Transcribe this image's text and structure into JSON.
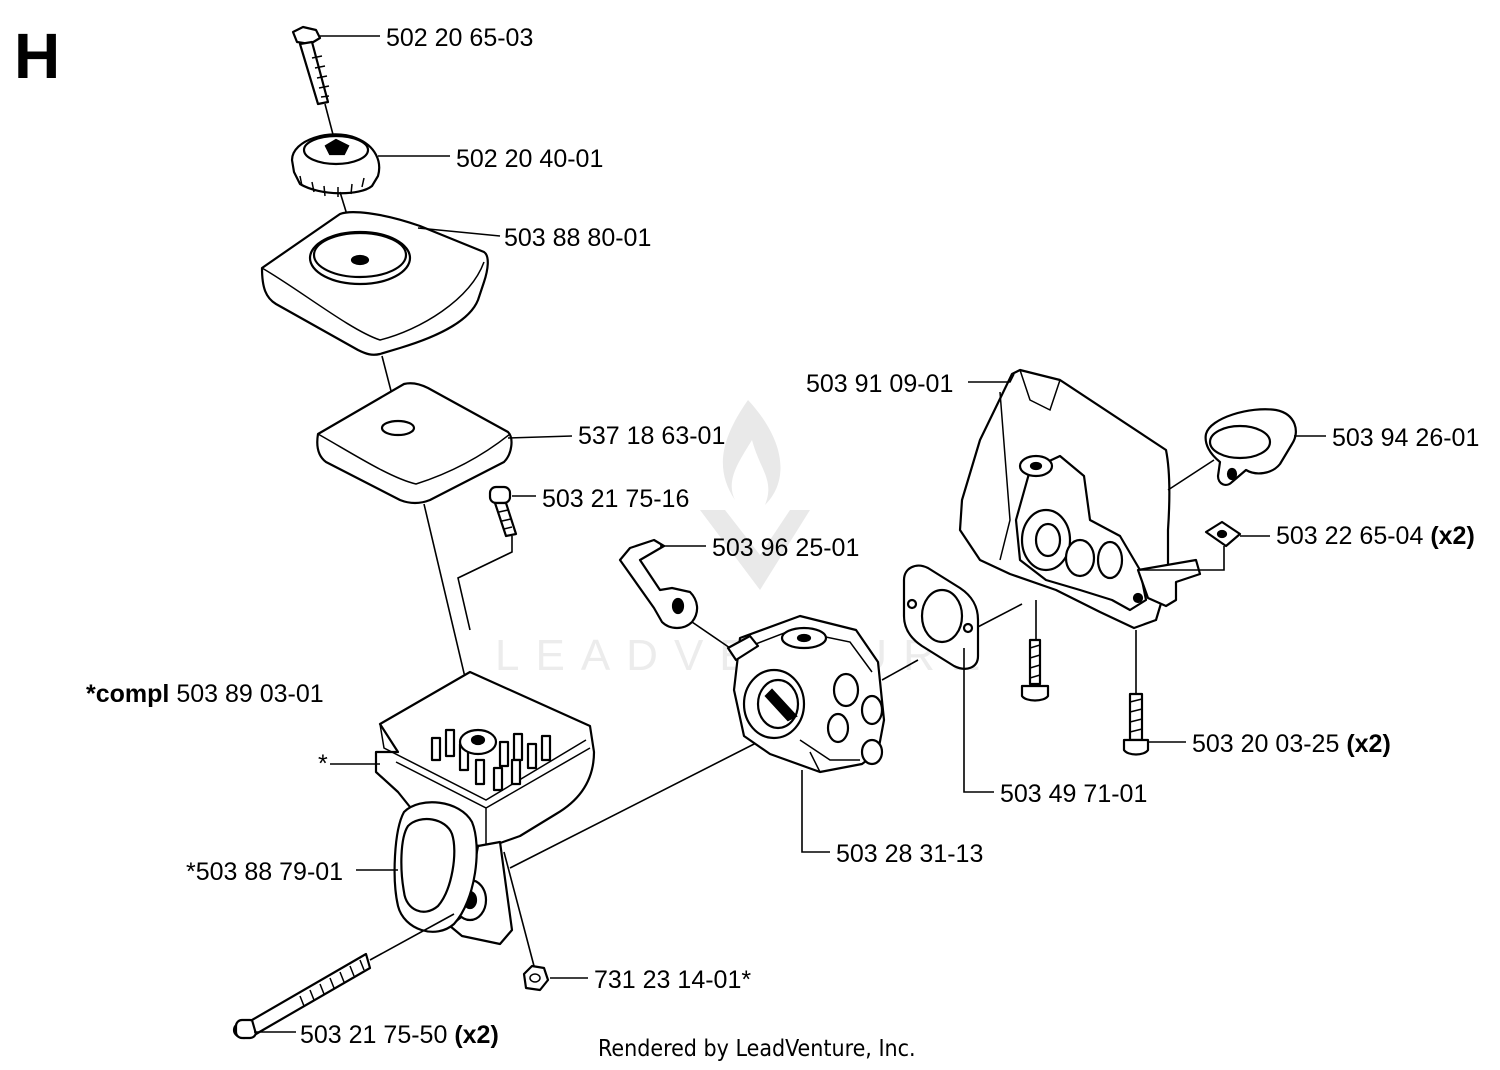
{
  "section_letter": "H",
  "watermark_text": "LEADVENTURE",
  "footer": "Rendered by LeadVenture, Inc.",
  "assembly": {
    "prefix": "*compl",
    "number": "503 89 03-01",
    "asterisk_marker": "*"
  },
  "parts": [
    {
      "id": "p1",
      "number": "502 20 65-03",
      "qty": ""
    },
    {
      "id": "p2",
      "number": "502 20 40-01",
      "qty": ""
    },
    {
      "id": "p3",
      "number": "503 88 80-01",
      "qty": ""
    },
    {
      "id": "p4",
      "number": "537 18 63-01",
      "qty": ""
    },
    {
      "id": "p5",
      "number": "503 21 75-16",
      "qty": ""
    },
    {
      "id": "p6",
      "number": "503 96 25-01",
      "qty": ""
    },
    {
      "id": "p7",
      "number": "503 91 09-01",
      "qty": ""
    },
    {
      "id": "p8",
      "number": "503 94 26-01",
      "qty": ""
    },
    {
      "id": "p9",
      "number": "503 22 65-04",
      "qty": "(x2)"
    },
    {
      "id": "p10",
      "number": "503 20 03-25",
      "qty": "(x2)"
    },
    {
      "id": "p11",
      "number": "503 49 71-01",
      "qty": ""
    },
    {
      "id": "p12",
      "number": "503 28 31-13",
      "qty": ""
    },
    {
      "id": "p13",
      "number": "*503 88 79-01",
      "qty": ""
    },
    {
      "id": "p14",
      "number": "731 23 14-01*",
      "qty": ""
    },
    {
      "id": "p15",
      "number": "503 21 75-50",
      "qty": "(x2)"
    }
  ]
}
